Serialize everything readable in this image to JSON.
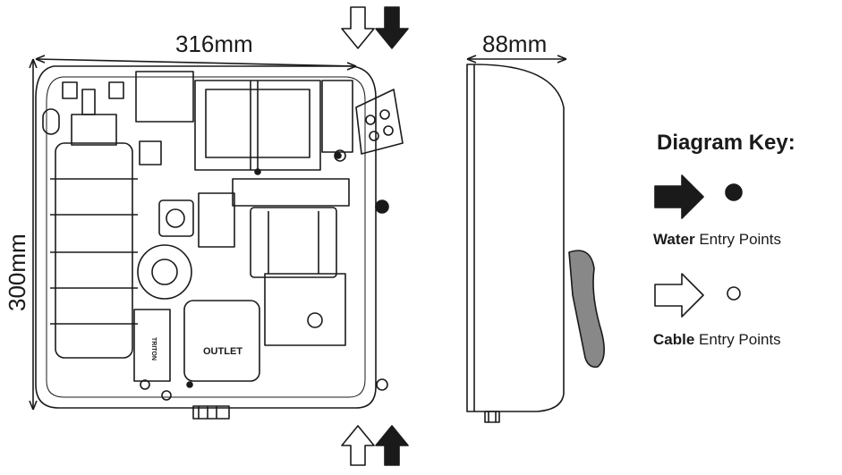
{
  "dimensions": {
    "width": "316mm",
    "height": "300mm",
    "depth": "88mm"
  },
  "unit_labels": {
    "outlet": "OUTLET",
    "triton": "TRITON"
  },
  "key": {
    "title": "Diagram Key:",
    "water": {
      "bold": "Water",
      "rest": " Entry Points",
      "arrow": "solid-arrow-icon",
      "point": "filled-circle-icon"
    },
    "cable": {
      "bold": "Cable",
      "rest": " Entry Points",
      "arrow": "outline-arrow-icon",
      "point": "hollow-circle-icon"
    }
  },
  "colors": {
    "ink": "#1a1a1a",
    "background": "#ffffff"
  }
}
